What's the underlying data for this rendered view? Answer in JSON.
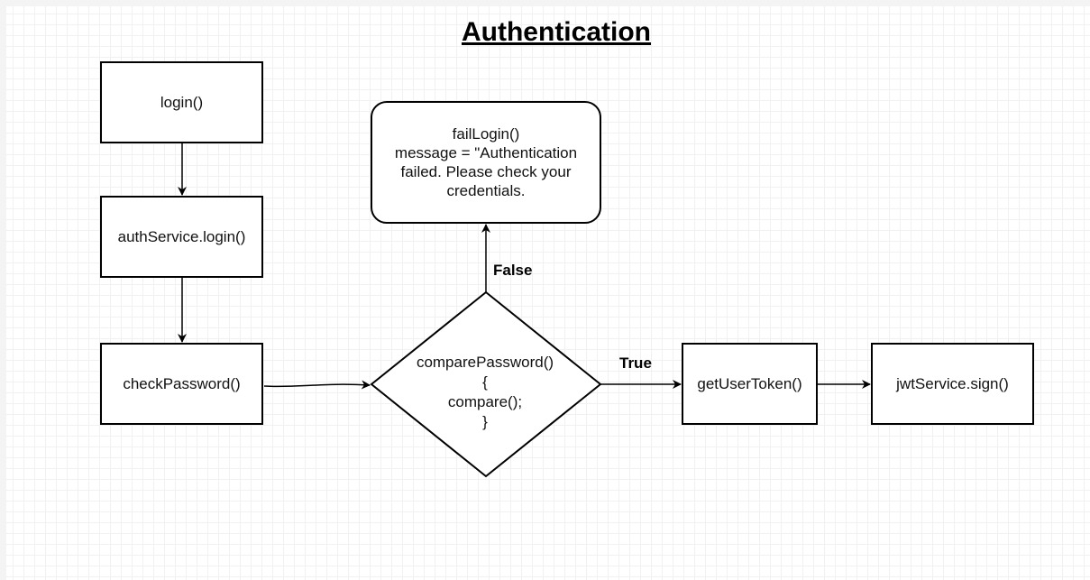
{
  "diagram": {
    "title": "Authentication",
    "nodes": {
      "login": "login()",
      "auth_service_login": "authService.login()",
      "check_password": "checkPassword()",
      "compare_password": [
        "comparePassword()",
        "{",
        "compare();",
        "}"
      ],
      "fail_login": [
        "failLogin()",
        "message = \"Authentication",
        "failed. Please check your",
        "credentials."
      ],
      "get_user_token": "getUserToken()",
      "jwt_sign": "jwtService.sign()"
    },
    "edge_labels": {
      "false": "False",
      "true": "True"
    },
    "edges": [
      {
        "from": "login",
        "to": "auth_service_login"
      },
      {
        "from": "auth_service_login",
        "to": "check_password"
      },
      {
        "from": "check_password",
        "to": "compare_password"
      },
      {
        "from": "compare_password",
        "to": "fail_login",
        "label": "False"
      },
      {
        "from": "compare_password",
        "to": "get_user_token",
        "label": "True"
      },
      {
        "from": "get_user_token",
        "to": "jwt_sign"
      }
    ]
  }
}
